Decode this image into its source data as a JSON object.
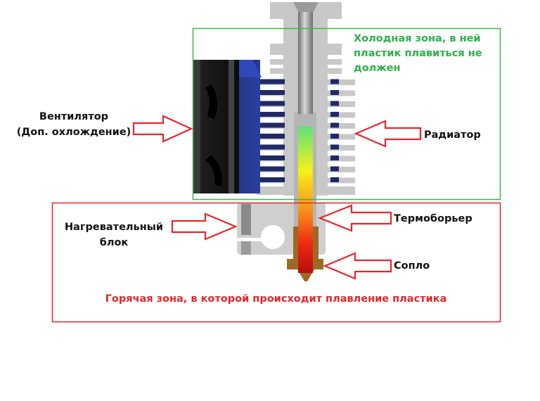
{
  "title": "Устройство хотэнда",
  "zones": {
    "cold": {
      "line1": "Холодная зона, в ней",
      "line2": "пластик плавиться не",
      "line3": "должен",
      "color": "#2bb04a"
    },
    "hot": {
      "text": "Горячая зона, в которой происходит плавление пластика",
      "color": "#e3262b"
    }
  },
  "labels": {
    "fan_line1": "Вентилятор",
    "fan_line2": "(Доп. охлождение)",
    "radiator": "Радиатор",
    "heater_line1": "Нагревательный",
    "heater_line2": "блок",
    "heatbreak": "Термоборьер",
    "nozzle": "Сопло"
  },
  "colors": {
    "arrow": "#e8262b",
    "heatsink": "#c8c8c8",
    "fan_blue": "#2a3fa0",
    "brass": "#9c6a24"
  }
}
